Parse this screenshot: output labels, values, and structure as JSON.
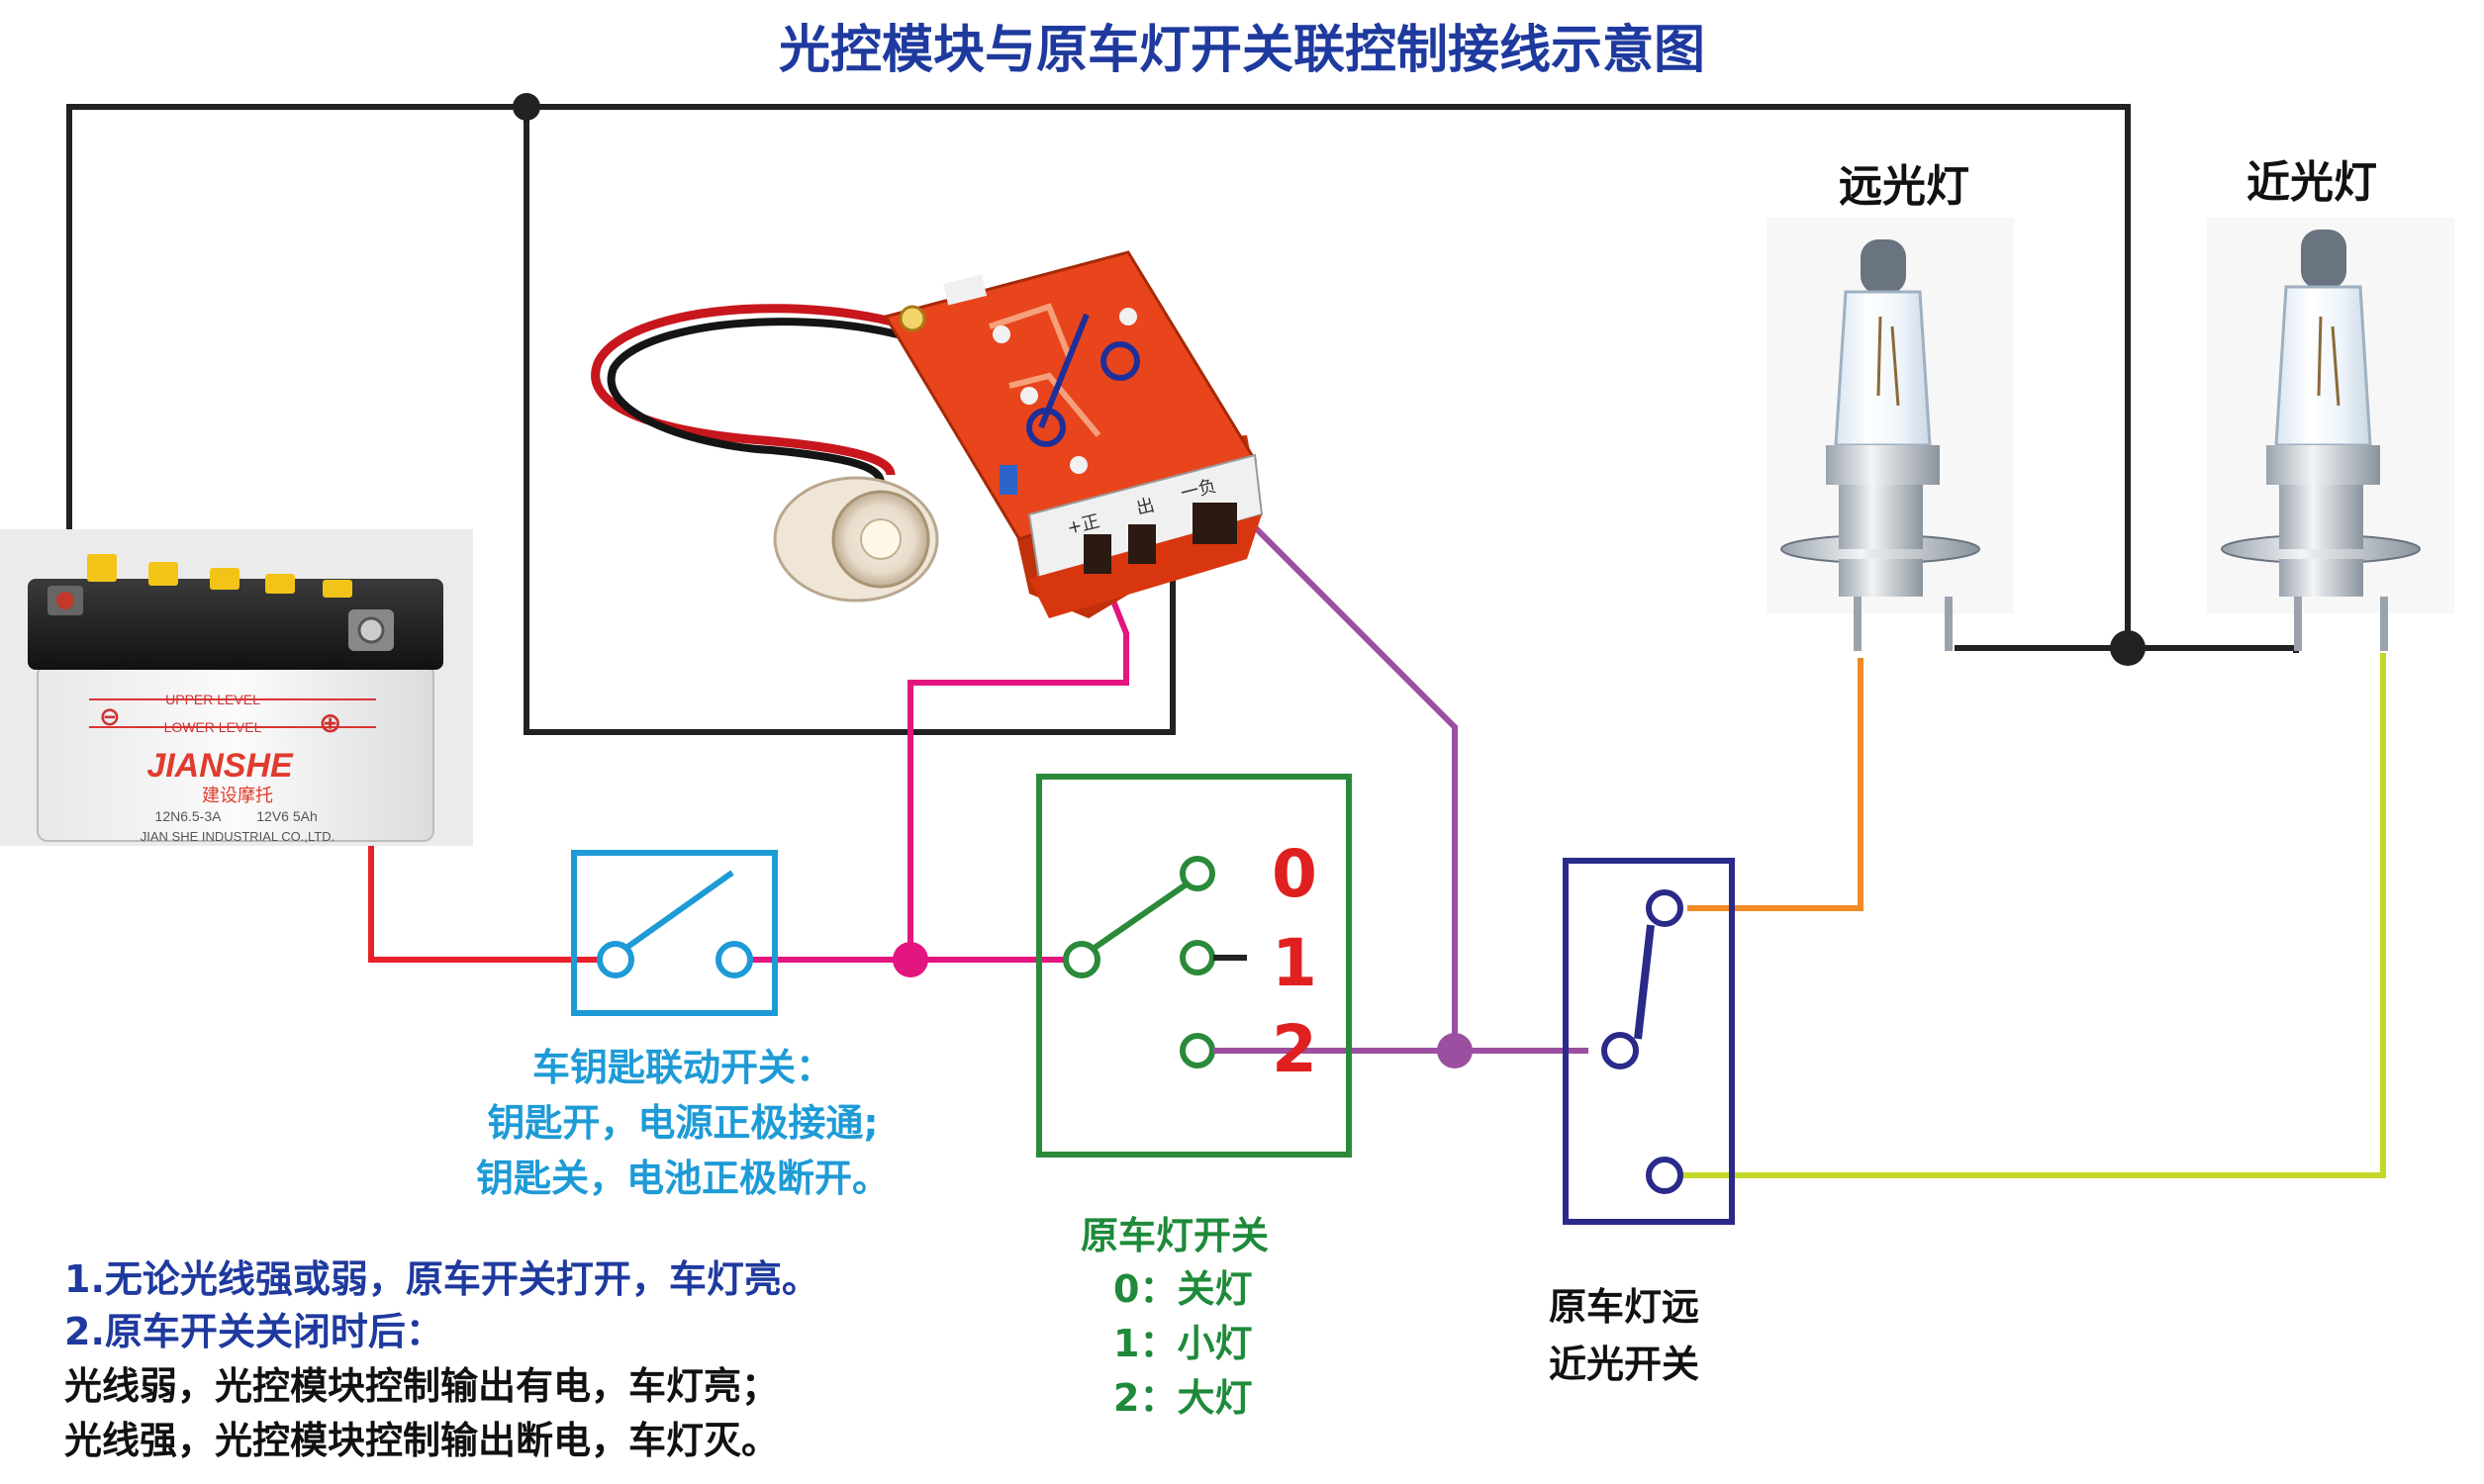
{
  "title": "光控模块与原车灯开关联控制接线示意图",
  "lamps": {
    "high_beam_label": "远光灯",
    "low_beam_label": "近光灯"
  },
  "battery": {
    "brand": "JIANSHE",
    "brand_cn": "建设摩托",
    "upper_level": "UPPER LEVEL",
    "lower_level": "LOWER LEVEL",
    "spec1": "12N6.5-3A",
    "spec2": "12V6 5Ah",
    "company": "JIAN SHE INDUSTRIAL CO.,LTD."
  },
  "module": {
    "pad_labels": [
      "+正",
      "出",
      "一负"
    ]
  },
  "key_switch": {
    "line1": "车钥匙联动开关：",
    "line2": "钥匙开，电源正极接通;",
    "line3": "钥匙关，电池正极断开。"
  },
  "light_switch": {
    "positions": [
      "0",
      "1",
      "2"
    ],
    "title": "原车灯开关",
    "pos0": "0：关灯",
    "pos1": "1：小灯",
    "pos2": "2：大灯"
  },
  "beam_switch": {
    "line1": "原车灯远",
    "line2": "近光开关"
  },
  "notes": [
    "1.无论光线强或弱，原车开关打开，车灯亮。",
    "2.原车开关关闭时后：",
    "光线弱，光控模块控制输出有电，车灯亮；",
    "光线强，光控模块控制输出断电，车灯灭。"
  ],
  "colors": {
    "title": "#1f3a9e",
    "ground_wire": "#222222",
    "battery_positive": "#e8202a",
    "switched_positive": "#e3157f",
    "module_output": "#9b4fa0",
    "high_beam_wire": "#f08a24",
    "low_beam_wire": "#c4d829",
    "key_switch": "#1e9bd6",
    "light_switch": "#2a8a3a",
    "beam_switch": "#2a2a8a",
    "position_numbers": "#e02020"
  }
}
